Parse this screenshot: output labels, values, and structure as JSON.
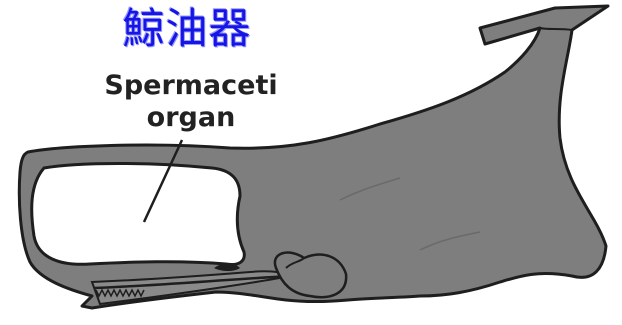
{
  "title_chinese": "鯨油器",
  "label": {
    "line1": "Spermaceti",
    "line2": "organ"
  },
  "colors": {
    "whale_body": "#7e7e7e",
    "outline": "#1e1e1e",
    "organ_fill": "#ffffff",
    "title": "#1515e6",
    "label": "#222222"
  }
}
